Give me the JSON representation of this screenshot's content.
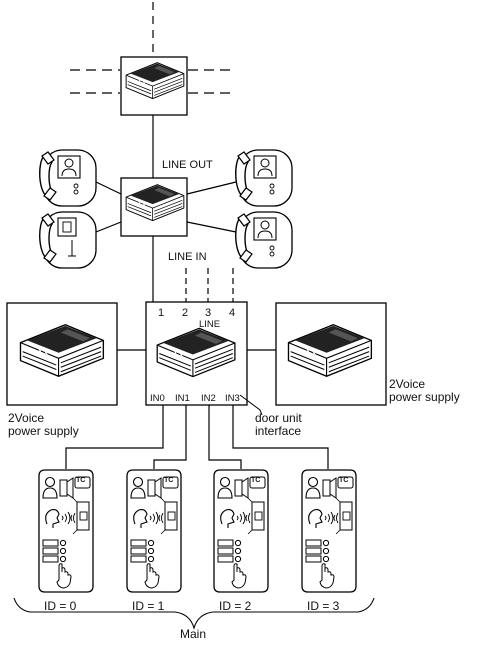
{
  "labels": {
    "line_out": "LINE OUT",
    "line_in": "LINE IN",
    "line": "LINE",
    "port_1": "1",
    "port_2": "2",
    "port_3": "3",
    "port_4": "4",
    "in0": "IN0",
    "in1": "IN1",
    "in2": "IN2",
    "in3": "IN3",
    "door_interface_1": "door unit",
    "door_interface_2": "interface",
    "psu_left_1": "2Voice",
    "psu_left_2": "power supply",
    "psu_right_1": "2Voice",
    "psu_right_2": "power supply",
    "id0": "ID = 0",
    "id1": "ID = 1",
    "id2": "ID = 2",
    "id3": "ID = 3",
    "main": "Main",
    "tc": "TC"
  }
}
